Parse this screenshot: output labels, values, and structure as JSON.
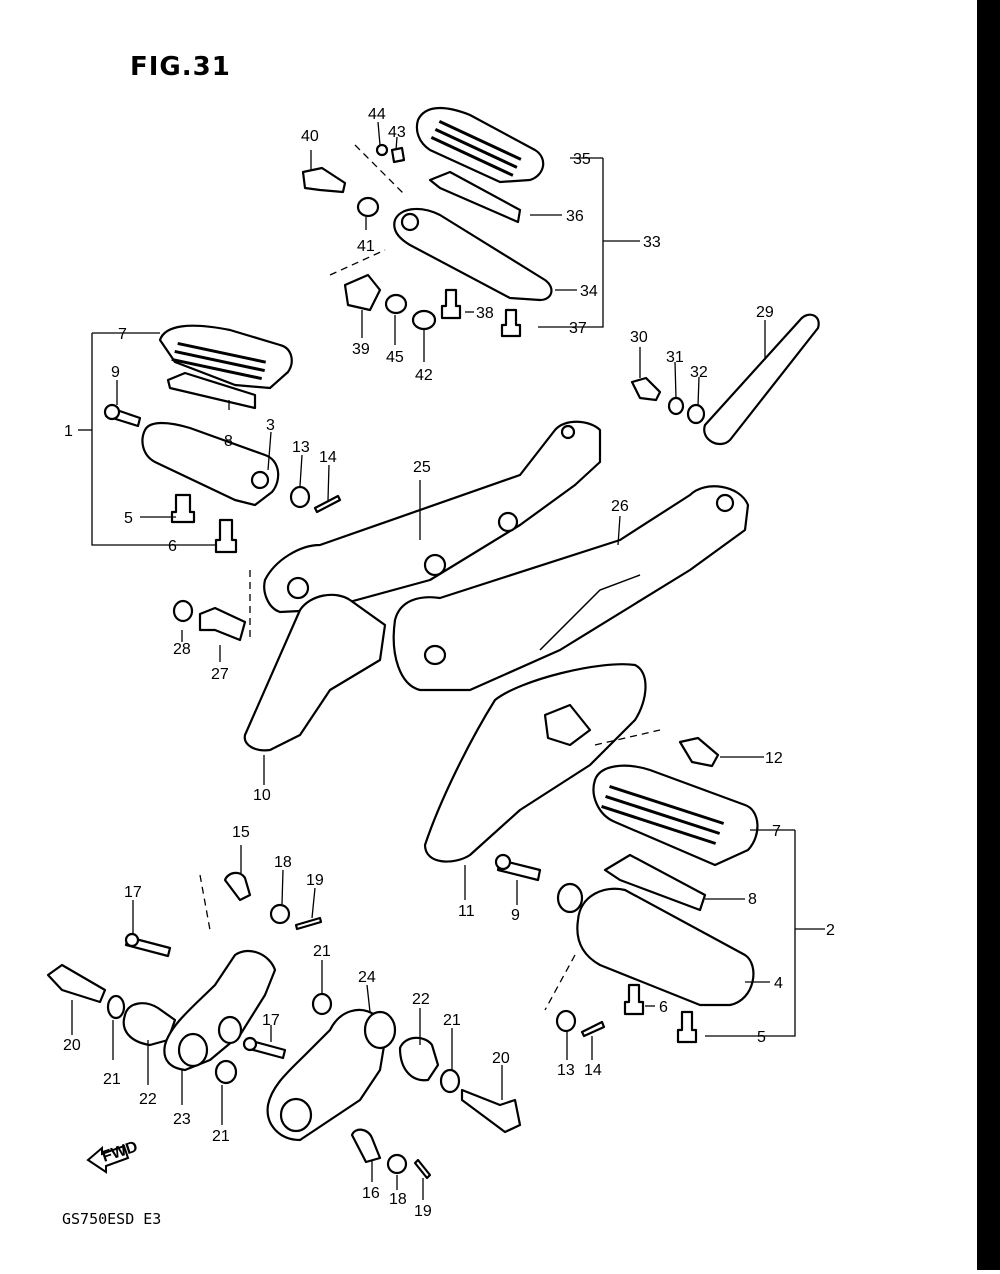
{
  "figure": {
    "title": "FIG.31",
    "model": "GS750ESD E3"
  },
  "callouts": [
    {
      "id": "c1",
      "label": "1"
    },
    {
      "id": "c2",
      "label": "2"
    },
    {
      "id": "c3",
      "label": "3"
    },
    {
      "id": "c4",
      "label": "4"
    },
    {
      "id": "c5a",
      "label": "5"
    },
    {
      "id": "c5b",
      "label": "5"
    },
    {
      "id": "c6a",
      "label": "6"
    },
    {
      "id": "c6b",
      "label": "6"
    },
    {
      "id": "c7a",
      "label": "7"
    },
    {
      "id": "c7b",
      "label": "7"
    },
    {
      "id": "c8a",
      "label": "8"
    },
    {
      "id": "c8b",
      "label": "8"
    },
    {
      "id": "c9a",
      "label": "9"
    },
    {
      "id": "c9b",
      "label": "9"
    },
    {
      "id": "c10",
      "label": "10"
    },
    {
      "id": "c11",
      "label": "11"
    },
    {
      "id": "c12",
      "label": "12"
    },
    {
      "id": "c13a",
      "label": "13"
    },
    {
      "id": "c13b",
      "label": "13"
    },
    {
      "id": "c14a",
      "label": "14"
    },
    {
      "id": "c14b",
      "label": "14"
    },
    {
      "id": "c15",
      "label": "15"
    },
    {
      "id": "c16",
      "label": "16"
    },
    {
      "id": "c17a",
      "label": "17"
    },
    {
      "id": "c17b",
      "label": "17"
    },
    {
      "id": "c18a",
      "label": "18"
    },
    {
      "id": "c18b",
      "label": "18"
    },
    {
      "id": "c19a",
      "label": "19"
    },
    {
      "id": "c19b",
      "label": "19"
    },
    {
      "id": "c20a",
      "label": "20"
    },
    {
      "id": "c20b",
      "label": "20"
    },
    {
      "id": "c21a",
      "label": "21"
    },
    {
      "id": "c21b",
      "label": "21"
    },
    {
      "id": "c21c",
      "label": "21"
    },
    {
      "id": "c21d",
      "label": "21"
    },
    {
      "id": "c22a",
      "label": "22"
    },
    {
      "id": "c22b",
      "label": "22"
    },
    {
      "id": "c23",
      "label": "23"
    },
    {
      "id": "c24",
      "label": "24"
    },
    {
      "id": "c25",
      "label": "25"
    },
    {
      "id": "c26",
      "label": "26"
    },
    {
      "id": "c27",
      "label": "27"
    },
    {
      "id": "c28",
      "label": "28"
    },
    {
      "id": "c29",
      "label": "29"
    },
    {
      "id": "c30",
      "label": "30"
    },
    {
      "id": "c31",
      "label": "31"
    },
    {
      "id": "c32",
      "label": "32"
    },
    {
      "id": "c33",
      "label": "33"
    },
    {
      "id": "c34",
      "label": "34"
    },
    {
      "id": "c35",
      "label": "35"
    },
    {
      "id": "c36",
      "label": "36"
    },
    {
      "id": "c37",
      "label": "37"
    },
    {
      "id": "c38",
      "label": "38"
    },
    {
      "id": "c39",
      "label": "39"
    },
    {
      "id": "c40",
      "label": "40"
    },
    {
      "id": "c41",
      "label": "41"
    },
    {
      "id": "c42",
      "label": "42"
    },
    {
      "id": "c43",
      "label": "43"
    },
    {
      "id": "c44",
      "label": "44"
    },
    {
      "id": "c45",
      "label": "45"
    }
  ],
  "direction_arrow": {
    "label": "FWD",
    "icon": "forward-arrow-icon"
  }
}
